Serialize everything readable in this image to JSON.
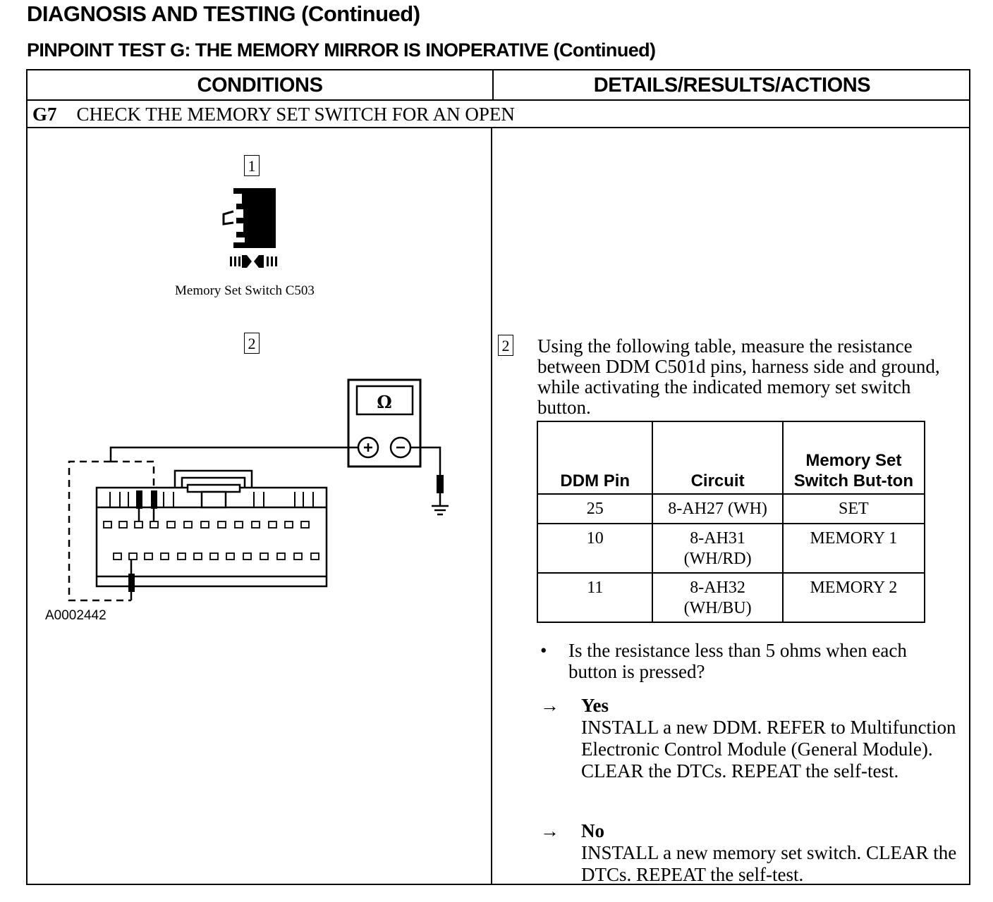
{
  "document": {
    "title": "DIAGNOSIS AND TESTING (Continued)",
    "test_title": "PINPOINT TEST G:  THE MEMORY MIRROR IS INOPERATIVE (Continued)"
  },
  "table_headers": {
    "conditions": "CONDITIONS",
    "details": "DETAILS/RESULTS/ACTIONS"
  },
  "step": {
    "number": "G7",
    "title": "CHECK THE MEMORY SET SWITCH FOR AN OPEN"
  },
  "conditions": {
    "box1": "1",
    "switch_caption": "Memory Set Switch C503",
    "box2": "2",
    "meter_symbol": "Ω",
    "figure_id": "A0002442"
  },
  "details": {
    "box2": "2",
    "instruction": "Using the following table, measure the resistance between DDM C501d pins, harness side and ground, while activating the indicated memory set switch button.",
    "table": {
      "headers": [
        "DDM Pin",
        "Circuit",
        "Memory Set Switch But-ton"
      ],
      "rows": [
        [
          "25",
          "8-AH27 (WH)",
          "SET"
        ],
        [
          "10",
          "8-AH31 (WH/RD)",
          "MEMORY 1"
        ],
        [
          "11",
          "8-AH32 (WH/BU)",
          "MEMORY 2"
        ]
      ]
    },
    "question_bullet": "•",
    "question": "Is the resistance less than 5 ohms when each button is pressed?",
    "yes": {
      "arrow": "→",
      "label": "Yes",
      "action": "INSTALL a new DDM. REFER to Multifunction Electronic Control Module (General Module). CLEAR the DTCs. REPEAT the self-test."
    },
    "no": {
      "arrow": "→",
      "label": "No",
      "action": "INSTALL a new memory set switch. CLEAR the DTCs. REPEAT the self-test."
    }
  }
}
